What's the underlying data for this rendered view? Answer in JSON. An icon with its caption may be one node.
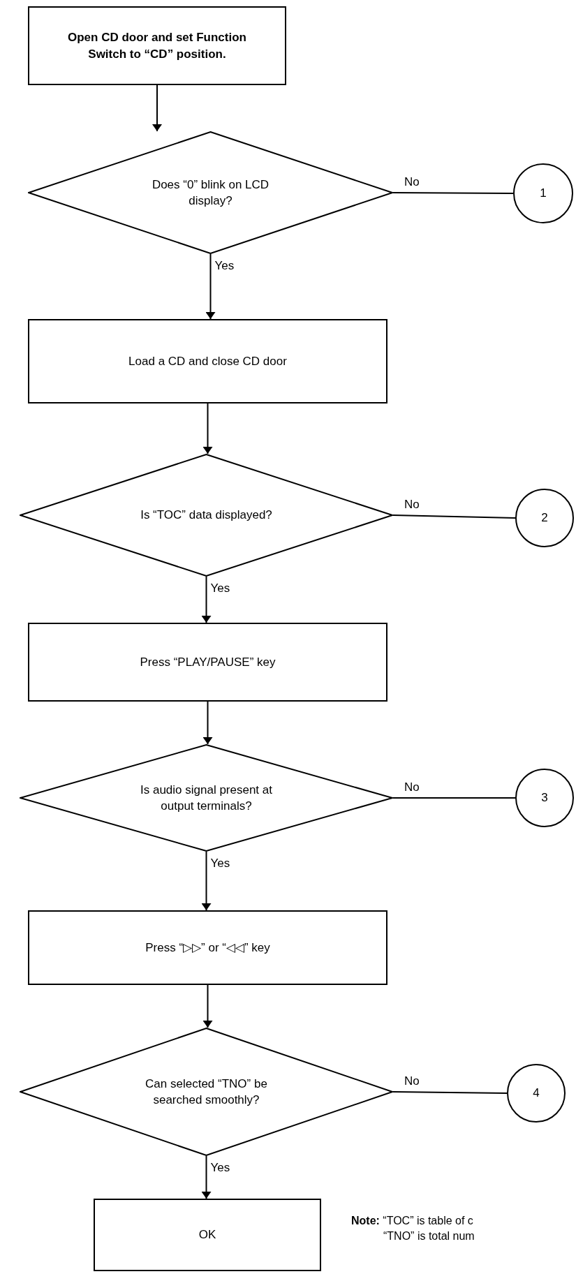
{
  "diagram": {
    "nodes": [
      {
        "text": [
          "Open CD door and set Function Switch to “CD” position."
        ]
      },
      {
        "text": [
          "Does “0” blink on LCD display?"
        ]
      },
      {
        "text": [
          "1"
        ]
      },
      {
        "text": [
          "Load a CD and close CD door"
        ]
      },
      {
        "text": [
          "Is “TOC” data displayed?"
        ]
      },
      {
        "text": [
          "2"
        ]
      },
      {
        "text": [
          "Press “PLAY/PAUSE” key"
        ]
      },
      {
        "text": [
          "Is audio signal present at output terminals?"
        ]
      },
      {
        "text": [
          "3"
        ]
      },
      {
        "text": [
          "Press “▷▷” or “◁◁” key"
        ]
      },
      {
        "text": [
          "Can selected “TNO” be searched smoothly?"
        ]
      },
      {
        "text": [
          "4"
        ]
      },
      {
        "text": [
          "OK"
        ]
      }
    ],
    "edges": [
      {
        "from": 0,
        "to": 1,
        "arrow": "to"
      },
      {
        "from": 1,
        "to": 2,
        "arrow": "none",
        "label": "No"
      },
      {
        "from": 1,
        "to": 3,
        "arrow": "to",
        "label": "Yes"
      },
      {
        "from": 3,
        "to": 4,
        "arrow": "to"
      },
      {
        "from": 4,
        "to": 5,
        "arrow": "none",
        "label": "No"
      },
      {
        "from": 4,
        "to": 6,
        "arrow": "to",
        "label": "Yes"
      },
      {
        "from": 6,
        "to": 7,
        "arrow": "to"
      },
      {
        "from": 7,
        "to": 8,
        "arrow": "none",
        "label": "No"
      },
      {
        "from": 7,
        "to": 9,
        "arrow": "to",
        "label": "Yes"
      },
      {
        "from": 9,
        "to": 10,
        "arrow": "to"
      },
      {
        "from": 10,
        "to": 11,
        "arrow": "none",
        "label": "No"
      },
      {
        "from": 10,
        "to": 12,
        "arrow": "to",
        "label": "Yes"
      }
    ],
    "labels": [
      "**Note:** “TOC” is table of c",
      "“TNO” is total num"
    ]
  }
}
